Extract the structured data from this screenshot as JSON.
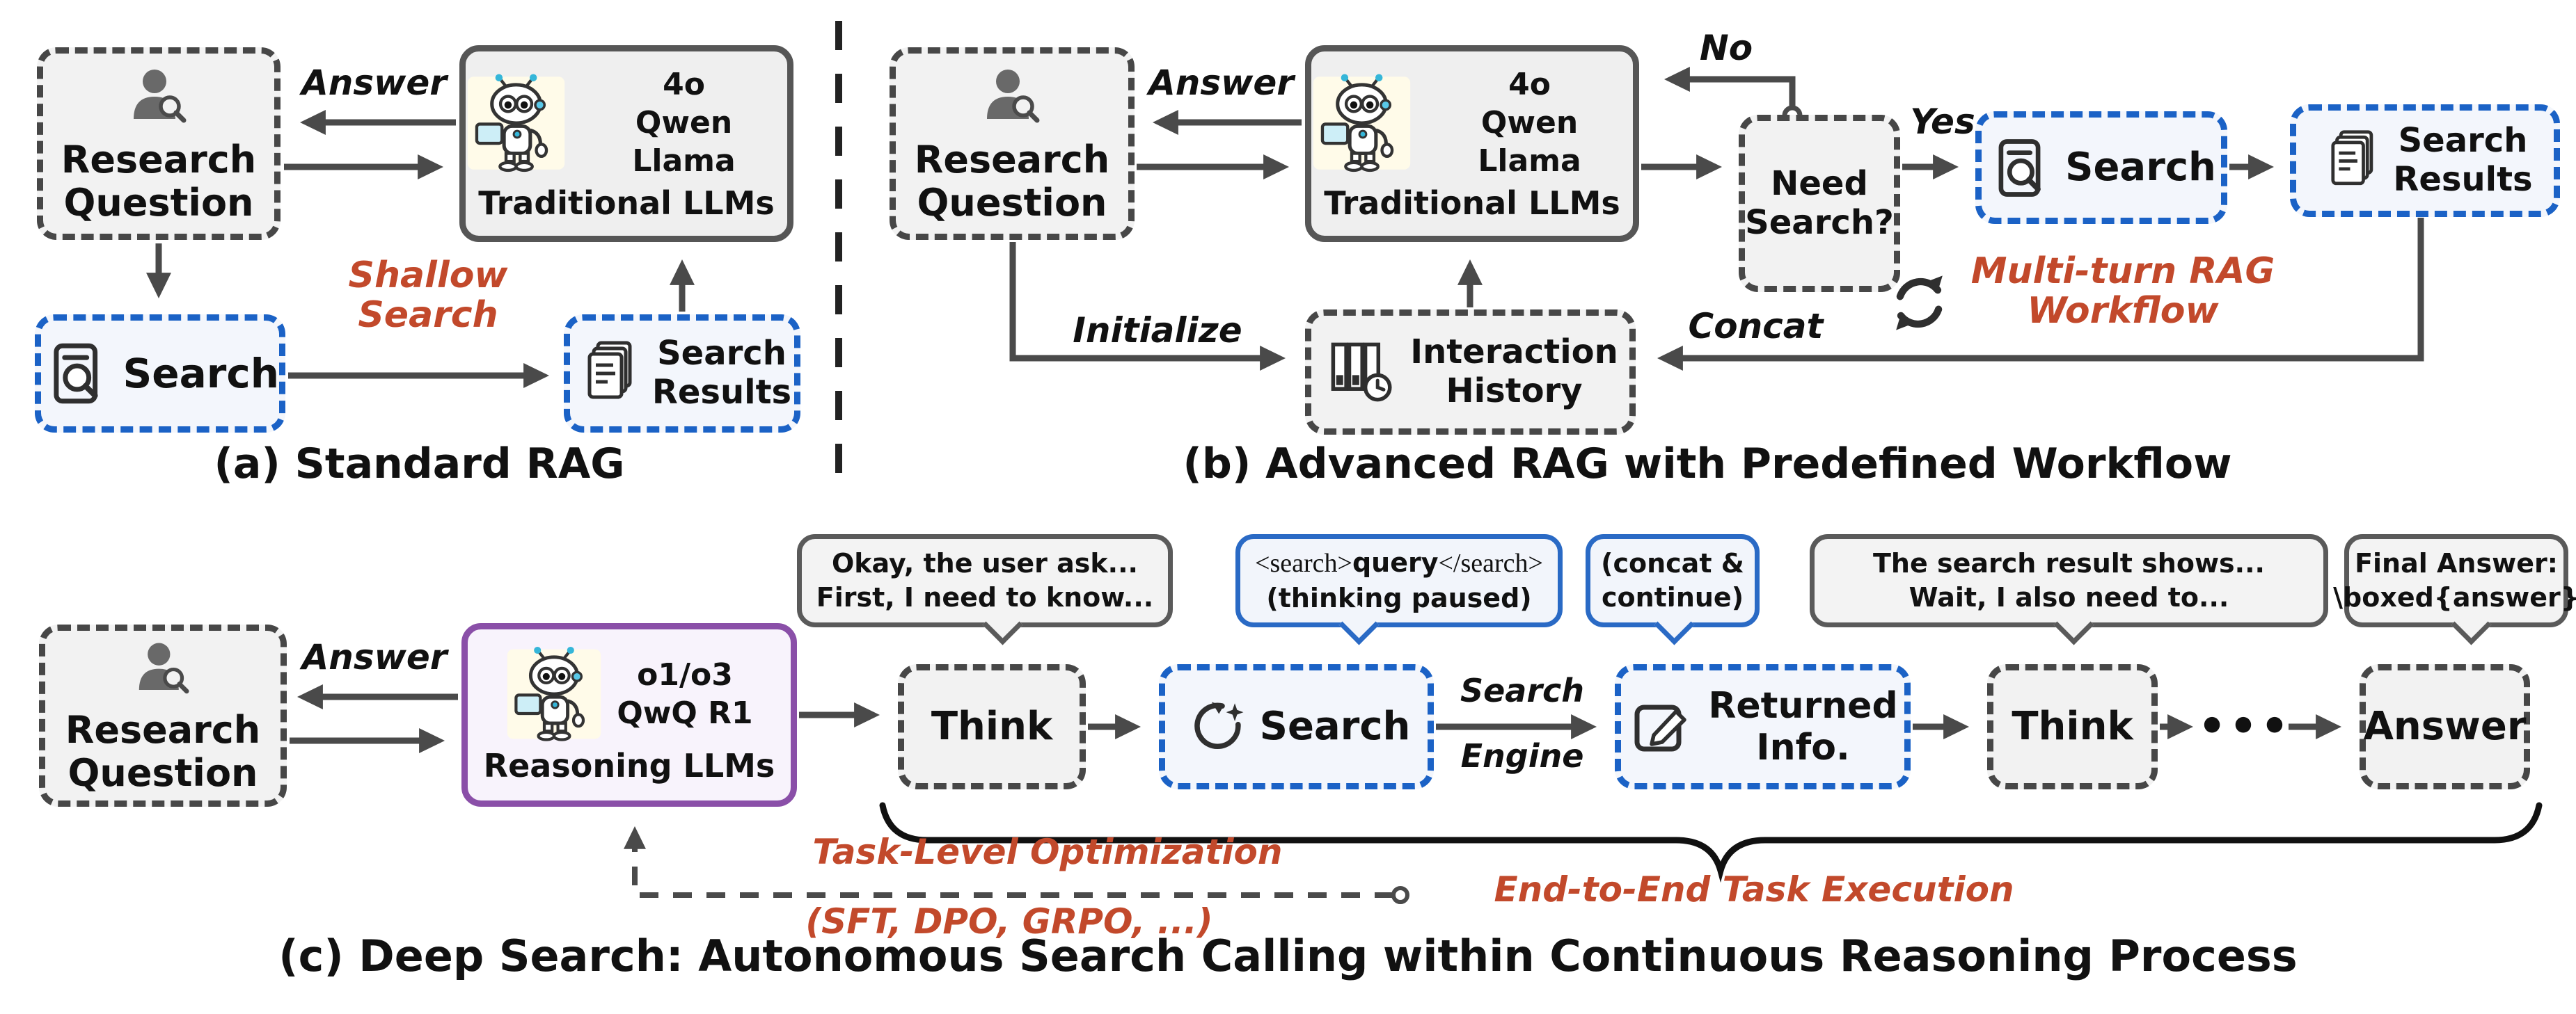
{
  "colors": {
    "blue": "#1b62c6",
    "red": "#c2492b",
    "purple": "#8a4fa8",
    "dark_border": "#474747",
    "arrow": "#4a4a4a"
  },
  "icons": {
    "user_search": "person-with-magnifier",
    "robot": "cartoon-robot-with-tablet",
    "search_doc": "document-with-magnifier",
    "docs_stack": "stacked-documents",
    "archive_clock": "archive-binders-with-clock",
    "refresh_sparkle": "refresh-arrow-with-sparkle",
    "pencil_square": "pencil-in-square",
    "cycle": "two-arrows-cycle"
  },
  "section_a": {
    "caption": "(a) Standard RAG",
    "research_question": [
      "Research",
      "Question"
    ],
    "answer_label": "Answer",
    "llm": {
      "model_top": "4o",
      "model_bottom": "Qwen  Llama",
      "title": "Traditional LLMs"
    },
    "shallow_search": [
      "Shallow",
      "Search"
    ],
    "search_label": "Search",
    "search_results": [
      "Search",
      "Results"
    ]
  },
  "section_b": {
    "caption": "(b) Advanced RAG with Predefined Workflow",
    "research_question": [
      "Research",
      "Question"
    ],
    "answer_label": "Answer",
    "llm": {
      "model_top": "4o",
      "model_bottom": "Qwen  Llama",
      "title": "Traditional LLMs"
    },
    "no_label": "No",
    "yes_label": "Yes",
    "need_search": [
      "Need",
      "Search?"
    ],
    "search_label": "Search",
    "search_results": [
      "Search",
      "Results"
    ],
    "initialize_label": "Initialize",
    "concat_label": "Concat",
    "interaction_history": [
      "Interaction",
      "History"
    ],
    "multi_turn": [
      "Multi-turn RAG",
      "Workflow"
    ]
  },
  "section_c": {
    "caption": "(c) Deep Search: Autonomous Search Calling within Continuous Reasoning Process",
    "research_question": [
      "Research",
      "Question"
    ],
    "answer_label": "Answer",
    "llm": {
      "model_top": "o1/o3",
      "model_bottom": "QwQ  R1",
      "title": "Reasoning LLMs"
    },
    "bubble_think1": [
      "Okay, the user ask...",
      "First, I need to know..."
    ],
    "bubble_search": {
      "tag_open": "<search>",
      "query": "query",
      "tag_close": "</search>",
      "line2": "(thinking paused)"
    },
    "bubble_concat": [
      "(concat &",
      "continue)"
    ],
    "bubble_think2": [
      "The search result shows...",
      "Wait, I also need to..."
    ],
    "bubble_answer": [
      "Final Answer:",
      "\\boxed{answer}"
    ],
    "think1_label": "Think",
    "search_label": "Search",
    "search_engine": [
      "Search",
      "Engine"
    ],
    "returned_info": [
      "Returned",
      "Info."
    ],
    "think2_label": "Think",
    "dots": "•••",
    "answer_box_label": "Answer",
    "task_opt": [
      "Task-Level Optimization",
      "(SFT, DPO, GRPO, ...)"
    ],
    "e2e_label": "End-to-End Task Execution"
  }
}
